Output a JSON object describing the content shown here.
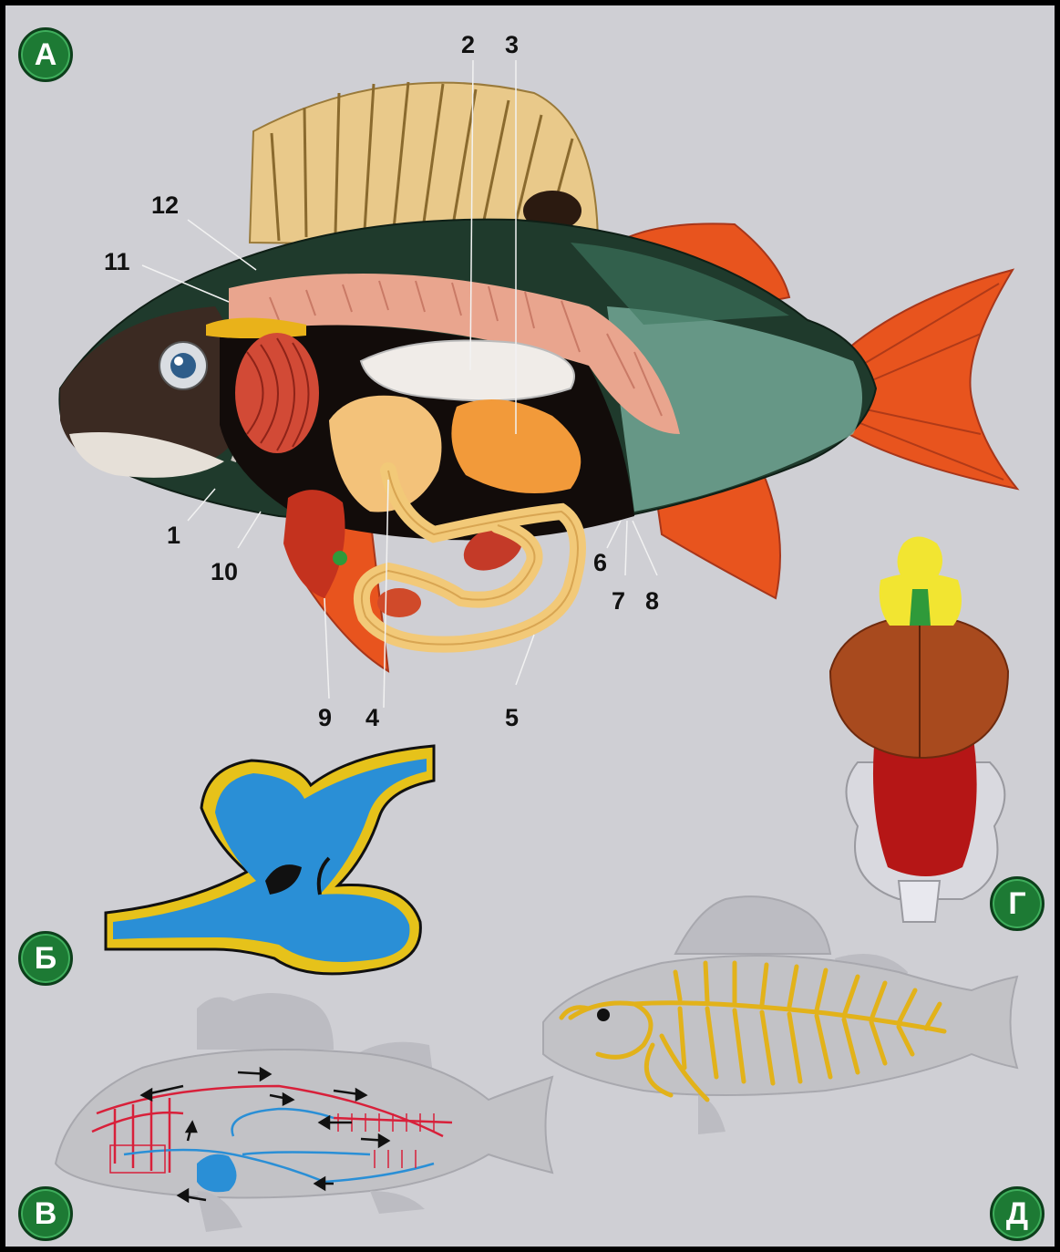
{
  "panels": {
    "a": "А",
    "b": "Б",
    "v": "В",
    "g": "Г",
    "d": "Д"
  },
  "labels": {
    "n1": "1",
    "n2": "2",
    "n3": "3",
    "n4": "4",
    "n5": "5",
    "n6": "6",
    "n7": "7",
    "n8": "8",
    "n9": "9",
    "n10": "10",
    "n11": "11",
    "n12": "12"
  },
  "colors": {
    "badge": "#1d7a34",
    "body_dark": "#1f3a2c",
    "fin_orange": "#e8541e",
    "dorsal_fin": "#e9c98a",
    "heart_blue": "#2a8fd6",
    "brain_cerebellum": "#a84a1e",
    "brain_medulla": "#b51616",
    "brain_forebrain": "#f2e531",
    "nerve_yellow": "#e2b21a",
    "vessel_red": "#d8203a",
    "vessel_blue": "#2a8fd6",
    "silhouette": "#c2c2c6"
  },
  "icons": {
    "main": "perch-anatomy-illustration",
    "b": "fish-heart-section",
    "v": "circulatory-system-diagram",
    "g": "fish-brain-diagram",
    "d": "nervous-system-diagram"
  }
}
